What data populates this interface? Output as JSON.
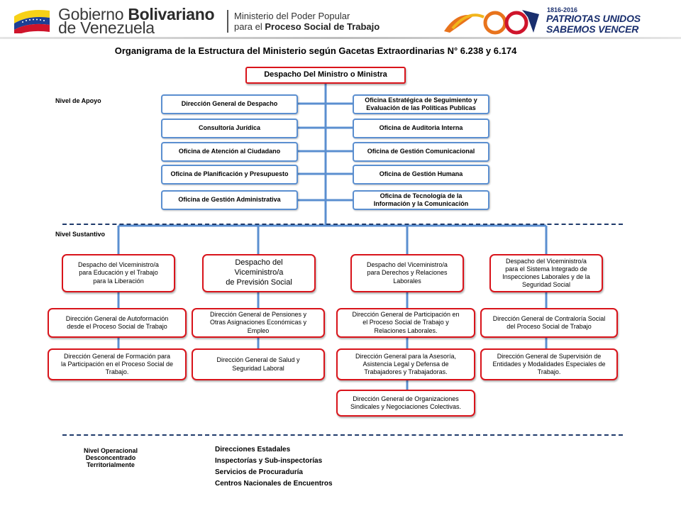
{
  "header": {
    "gob_line1_a": "Gobierno ",
    "gob_line1_b": "Bolivariano",
    "gob_line2": "de Venezuela",
    "ministry_line1": "Ministerio del Poder Popular",
    "ministry_line2_a": "para el ",
    "ministry_line2_b": "Proceso Social de Trabajo",
    "years": "1816-2016",
    "slogan_line1": "PATRIOTAS UNIDOS",
    "slogan_line2": "SABEMOS VENCER",
    "colors": {
      "flag_yellow": "#f7d117",
      "flag_blue": "#1d3f94",
      "flag_red": "#cf142b",
      "brand_navy": "#1a2f6e"
    }
  },
  "title": "Organigrama de la Estructura del Ministerio según Gacetas Extraordinarias N° 6.238 y 6.174",
  "top_box": "Despacho  Del Ministro o Ministra",
  "levels": {
    "apoyo": "Nivel de Apoyo",
    "sustantivo": "Nivel Sustantivo",
    "operacional_1": "Nivel Operacional  Desconcentrado",
    "operacional_2": "Territorialmente"
  },
  "support_left": [
    "Dirección General de Despacho",
    "Consultoría Jurídica",
    "Oficina de Atención al Ciudadano",
    "Oficina de Planificación y Presupuesto",
    "Oficina de Gestión Administrativa"
  ],
  "support_right": [
    [
      "Oficina Estratégica de Seguimiento y",
      "Evaluación de las Políticas Publicas"
    ],
    [
      "Oficina de Auditoria Interna"
    ],
    [
      "Oficina de Gestión Comunicacional"
    ],
    [
      "Oficina de Gestión Humana"
    ],
    [
      "Oficina de Tecnología de la",
      "Información y la Comunicación"
    ]
  ],
  "vice": [
    {
      "head": [
        "Despacho del Viceministro/a",
        "para Educación y el Trabajo",
        "para la Liberación"
      ],
      "subs": [
        [
          "Dirección General de Autoformación",
          "desde el Proceso Social de Trabajo"
        ],
        [
          "Dirección General de Formación para",
          "la Participación en el Proceso Social de",
          "Trabajo."
        ]
      ]
    },
    {
      "head": [
        "Despacho del",
        "Viceministro/a",
        "de Previsión Social"
      ],
      "subs": [
        [
          "Dirección General de Pensiones y",
          "Otras Asignaciones Económicas y",
          "Empleo"
        ],
        [
          "Dirección General de Salud y",
          "Seguridad Laboral"
        ]
      ]
    },
    {
      "head": [
        "Despacho del Viceministro/a",
        "para Derechos y Relaciones",
        "Laborales"
      ],
      "subs": [
        [
          "Dirección General de Participación en",
          "el Proceso Social de Trabajo y",
          "Relaciones Laborales."
        ],
        [
          "Dirección General para la Asesoría,",
          "Asistencia Legal y Defensa de",
          "Trabajadores y Trabajadoras."
        ],
        [
          "Dirección General de Organizaciones",
          "Sindicales y Negociaciones Colectivas."
        ]
      ]
    },
    {
      "head": [
        "Despacho del Viceministro/a",
        "para el Sistema Integrado de",
        "Inspecciones Laborales y de la",
        "Seguridad Social"
      ],
      "subs": [
        [
          "Dirección General de Contraloría Social",
          "del Proceso Social de Trabajo"
        ],
        [
          "Dirección General de Supervisión  de",
          "Entidades y Modalidades Especiales de",
          "Trabajo."
        ]
      ]
    }
  ],
  "operational_items": [
    "Direcciones  Estadales",
    "Inspectorías  y Sub-inspectorías",
    "Servicios  de Procuraduría",
    "Centros Nacionales  de Encuentros"
  ]
}
